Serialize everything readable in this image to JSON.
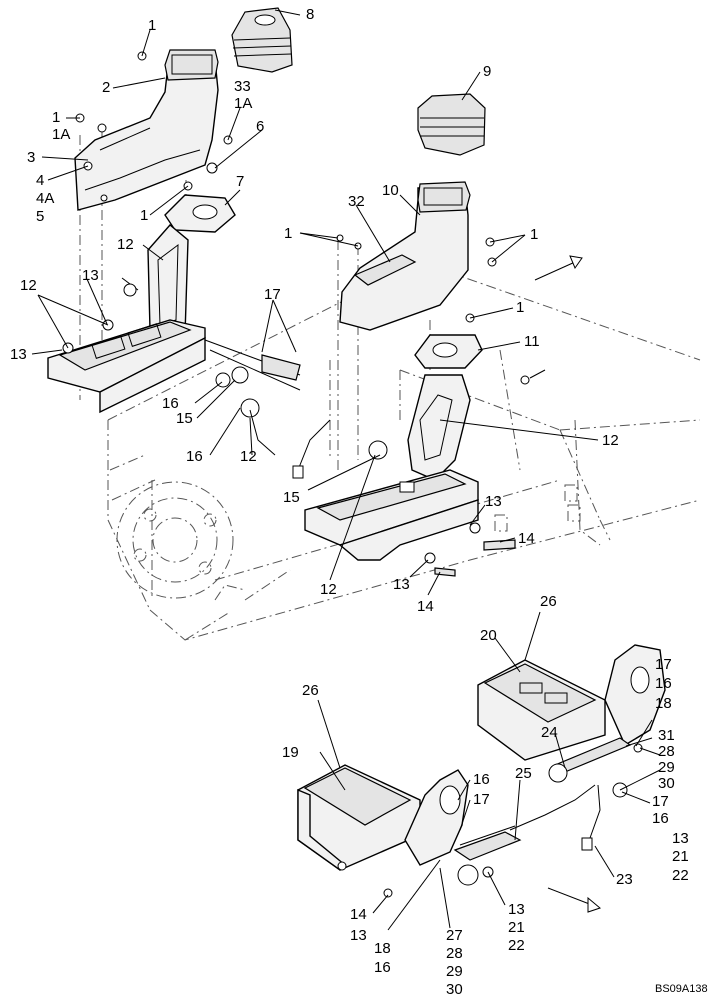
{
  "drawing_code": "BS09A138",
  "callouts": {
    "c1": "1",
    "c1b": "1",
    "c1c": "1",
    "c1d": "1",
    "c1e": "1",
    "c1f": "1",
    "c1A": "1A",
    "c1Ab": "1A",
    "c2": "2",
    "c3": "3",
    "c4": "4",
    "c4A": "4A",
    "c5": "5",
    "c6": "6",
    "c7": "7",
    "c8": "8",
    "c9": "9",
    "c10": "10",
    "c11": "11",
    "c12a": "12",
    "c12b": "12",
    "c12c": "12",
    "c12d": "12",
    "c12e": "12",
    "c13a": "13",
    "c13b": "13",
    "c13c": "13",
    "c13d": "13",
    "c14a": "14",
    "c14b": "14",
    "c15a": "15",
    "c15b": "15",
    "c16a": "16",
    "c16b": "16",
    "c17a": "17",
    "c32": "32",
    "c33": "33",
    "d14": "14",
    "d13": "13",
    "d18": "18",
    "d16": "16",
    "d27": "27",
    "d28": "28",
    "d29": "29",
    "d30": "30",
    "d13b": "13",
    "d21": "21",
    "d22": "22",
    "d19": "19",
    "d26": "26",
    "d26b": "26",
    "d20": "20",
    "d16b": "16",
    "d17": "17",
    "d25": "25",
    "d24": "24",
    "d23": "23",
    "d17b": "17",
    "d16c": "16",
    "d18b": "18",
    "d31": "31",
    "d28b": "28",
    "d29b": "29",
    "d30b": "30",
    "d17c": "17",
    "d16d": "16",
    "d13c": "13",
    "d21b": "21",
    "d22b": "22"
  }
}
